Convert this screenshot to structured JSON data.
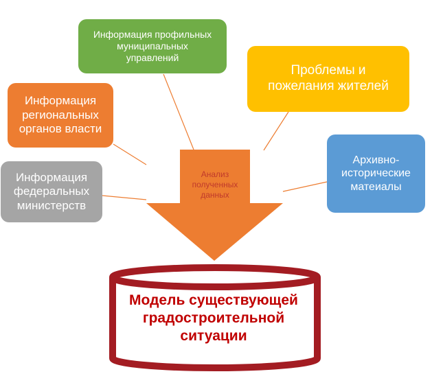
{
  "boxes": {
    "municipal": "Информация профильных\nмуниципальных\nуправлений",
    "residents": "Проблемы и\nпожелания жителей",
    "regional": "Информация\nрегиональных\nорганов власти",
    "archival": "Архивно-\nисторические\nматеиалы",
    "federal": "Информация\nфедеральных\nминистерств"
  },
  "arrow": {
    "label": "Анализ\nполученных\nданных"
  },
  "cylinder": {
    "label": "Модель существующей\nградостроительной\nситуации"
  },
  "colors": {
    "green": "#70ad47",
    "yellow": "#ffc000",
    "orange": "#ed7d31",
    "blue": "#5b9bd5",
    "gray": "#a5a5a5",
    "arrow": "#ed7d31",
    "cylinder_stroke": "#a31c22",
    "cylinder_text": "#c00000"
  }
}
